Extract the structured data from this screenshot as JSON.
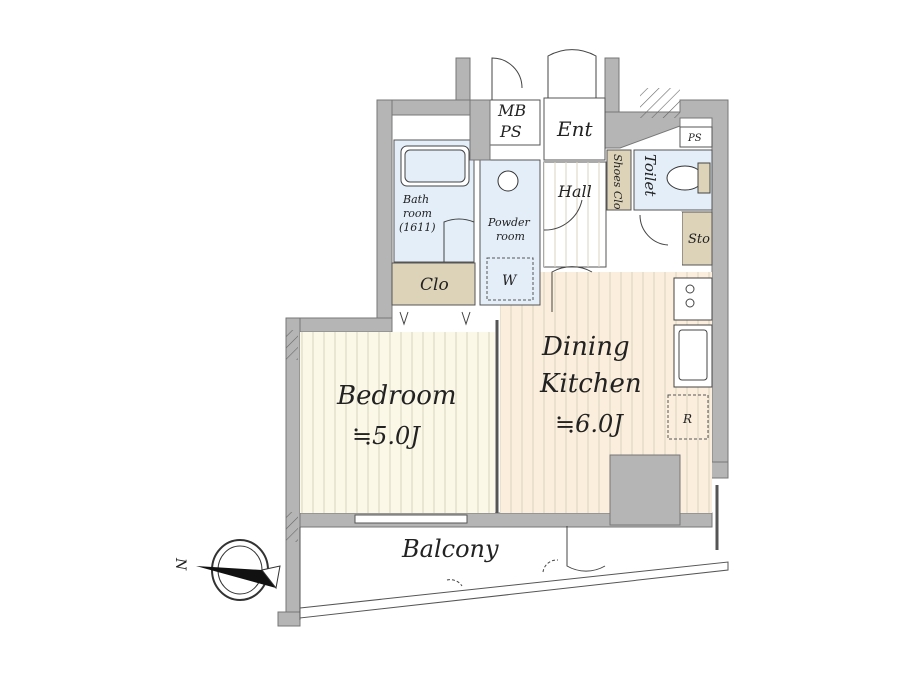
{
  "rooms": {
    "mbps_line1": "MB",
    "mbps_line2": "PS",
    "ent": "Ent",
    "ps": "PS",
    "shoes_clo": "Shoes Clo",
    "toilet": "Toilet",
    "bath_line1": "Bath",
    "bath_line2": "room",
    "bath_line3": "(1611)",
    "powder_line1": "Powder",
    "powder_line2": "room",
    "hall": "Hall",
    "sto": "Sto",
    "w": "W",
    "clo": "Clo",
    "dining_line1": "Dining",
    "dining_line2": "Kitchen",
    "dining_size": "≒6.0J",
    "bedroom": "Bedroom",
    "bedroom_size": "≒5.0J",
    "r": "R",
    "balcony": "Balcony"
  },
  "compass": {
    "label": "N"
  },
  "colors": {
    "wall": "#b5b5b5",
    "bedroom": "#fbf8e8",
    "dining": "#fbeedc",
    "wet": "#e3eef8",
    "storage": "#ddd3b9"
  }
}
